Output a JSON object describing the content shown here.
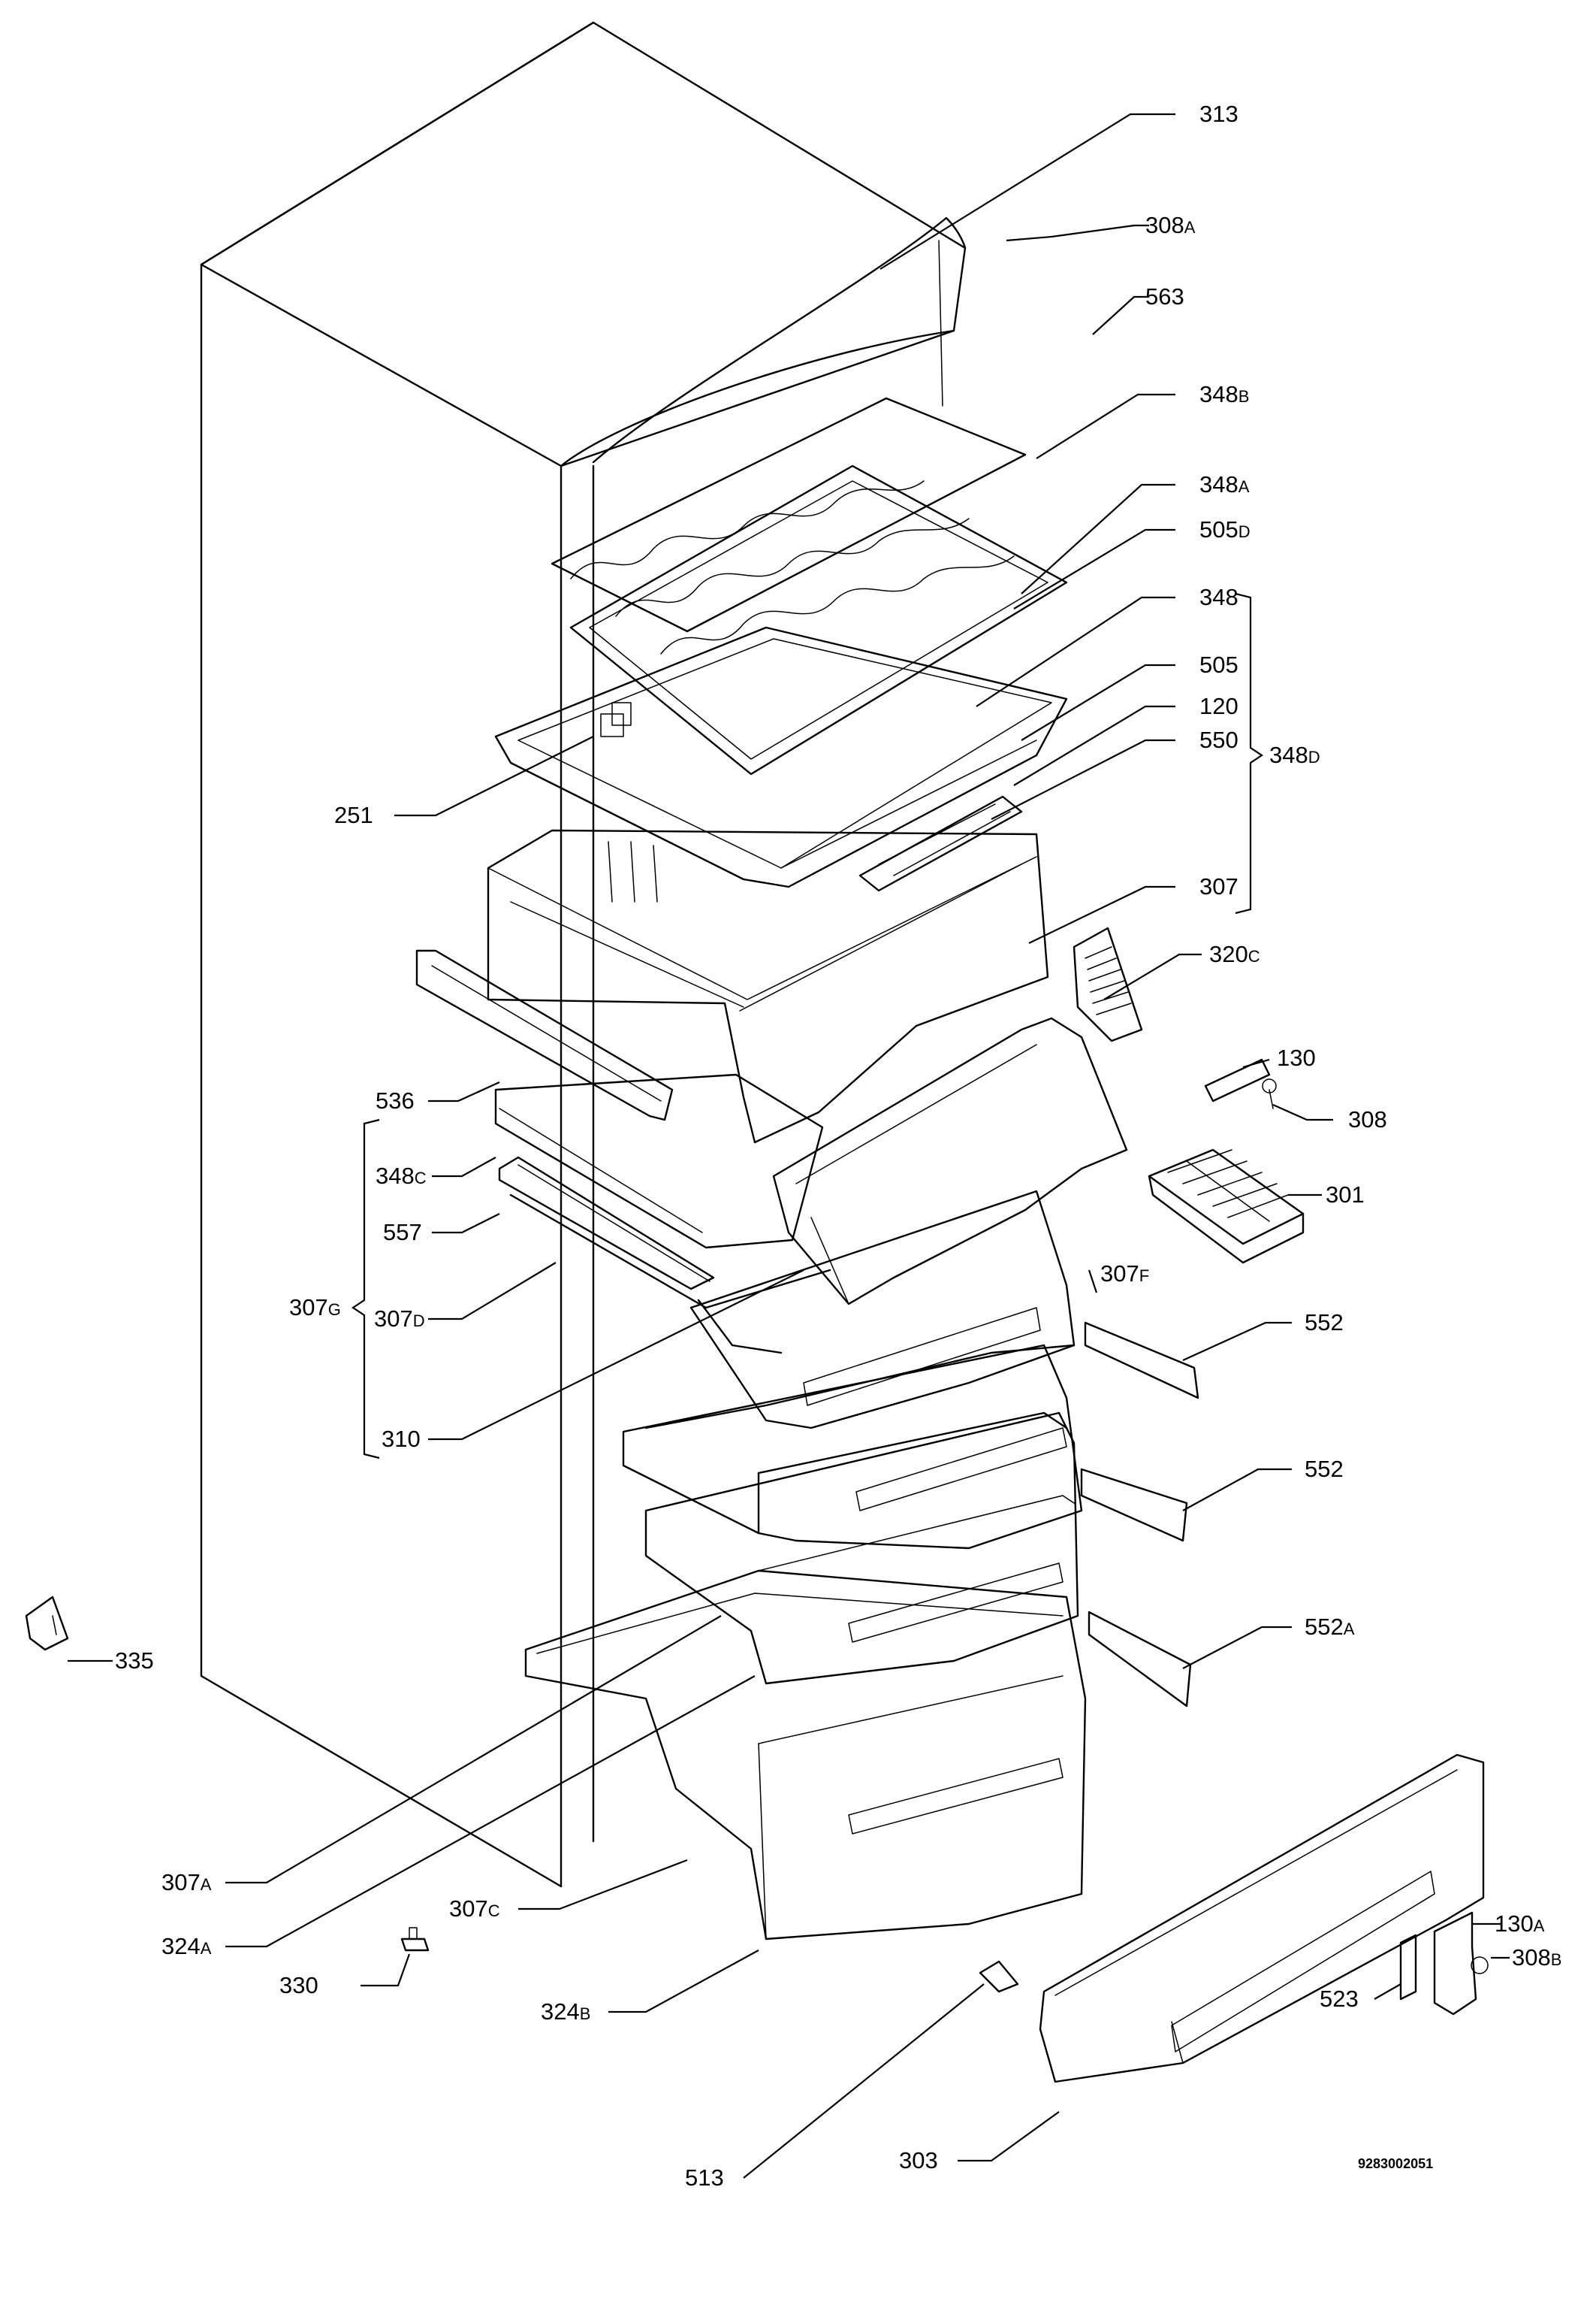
{
  "diagram": {
    "drawing_number": "9283002051",
    "labels": {
      "l313": {
        "num": "313",
        "suffix": ""
      },
      "l308A": {
        "num": "308",
        "suffix": "A"
      },
      "l563": {
        "num": "563",
        "suffix": ""
      },
      "l348B": {
        "num": "348",
        "suffix": "B"
      },
      "l348A": {
        "num": "348",
        "suffix": "A"
      },
      "l505D": {
        "num": "505",
        "suffix": "D"
      },
      "l348": {
        "num": "348",
        "suffix": ""
      },
      "l505": {
        "num": "505",
        "suffix": ""
      },
      "l120": {
        "num": "120",
        "suffix": ""
      },
      "l550": {
        "num": "550",
        "suffix": ""
      },
      "l348D": {
        "num": "348",
        "suffix": "D"
      },
      "l251": {
        "num": "251",
        "suffix": ""
      },
      "l307": {
        "num": "307",
        "suffix": ""
      },
      "l320C": {
        "num": "320",
        "suffix": "C"
      },
      "l130": {
        "num": "130",
        "suffix": ""
      },
      "l308": {
        "num": "308",
        "suffix": ""
      },
      "l536": {
        "num": "536",
        "suffix": ""
      },
      "l348C": {
        "num": "348",
        "suffix": "C"
      },
      "l557": {
        "num": "557",
        "suffix": ""
      },
      "l301": {
        "num": "301",
        "suffix": ""
      },
      "l307G": {
        "num": "307",
        "suffix": "G"
      },
      "l307D": {
        "num": "307",
        "suffix": "D"
      },
      "l307F": {
        "num": "307",
        "suffix": "F"
      },
      "l552a": {
        "num": "552",
        "suffix": ""
      },
      "l310": {
        "num": "310",
        "suffix": ""
      },
      "l552b": {
        "num": "552",
        "suffix": ""
      },
      "l335": {
        "num": "335",
        "suffix": ""
      },
      "l552A": {
        "num": "552",
        "suffix": "A"
      },
      "l307A": {
        "num": "307",
        "suffix": "A"
      },
      "l324A": {
        "num": "324",
        "suffix": "A"
      },
      "l307C": {
        "num": "307",
        "suffix": "C"
      },
      "l330": {
        "num": "330",
        "suffix": ""
      },
      "l130A": {
        "num": "130",
        "suffix": "A"
      },
      "l308B": {
        "num": "308",
        "suffix": "B"
      },
      "l523": {
        "num": "523",
        "suffix": ""
      },
      "l324B": {
        "num": "324",
        "suffix": "B"
      },
      "l513": {
        "num": "513",
        "suffix": ""
      },
      "l303": {
        "num": "303",
        "suffix": ""
      }
    }
  }
}
